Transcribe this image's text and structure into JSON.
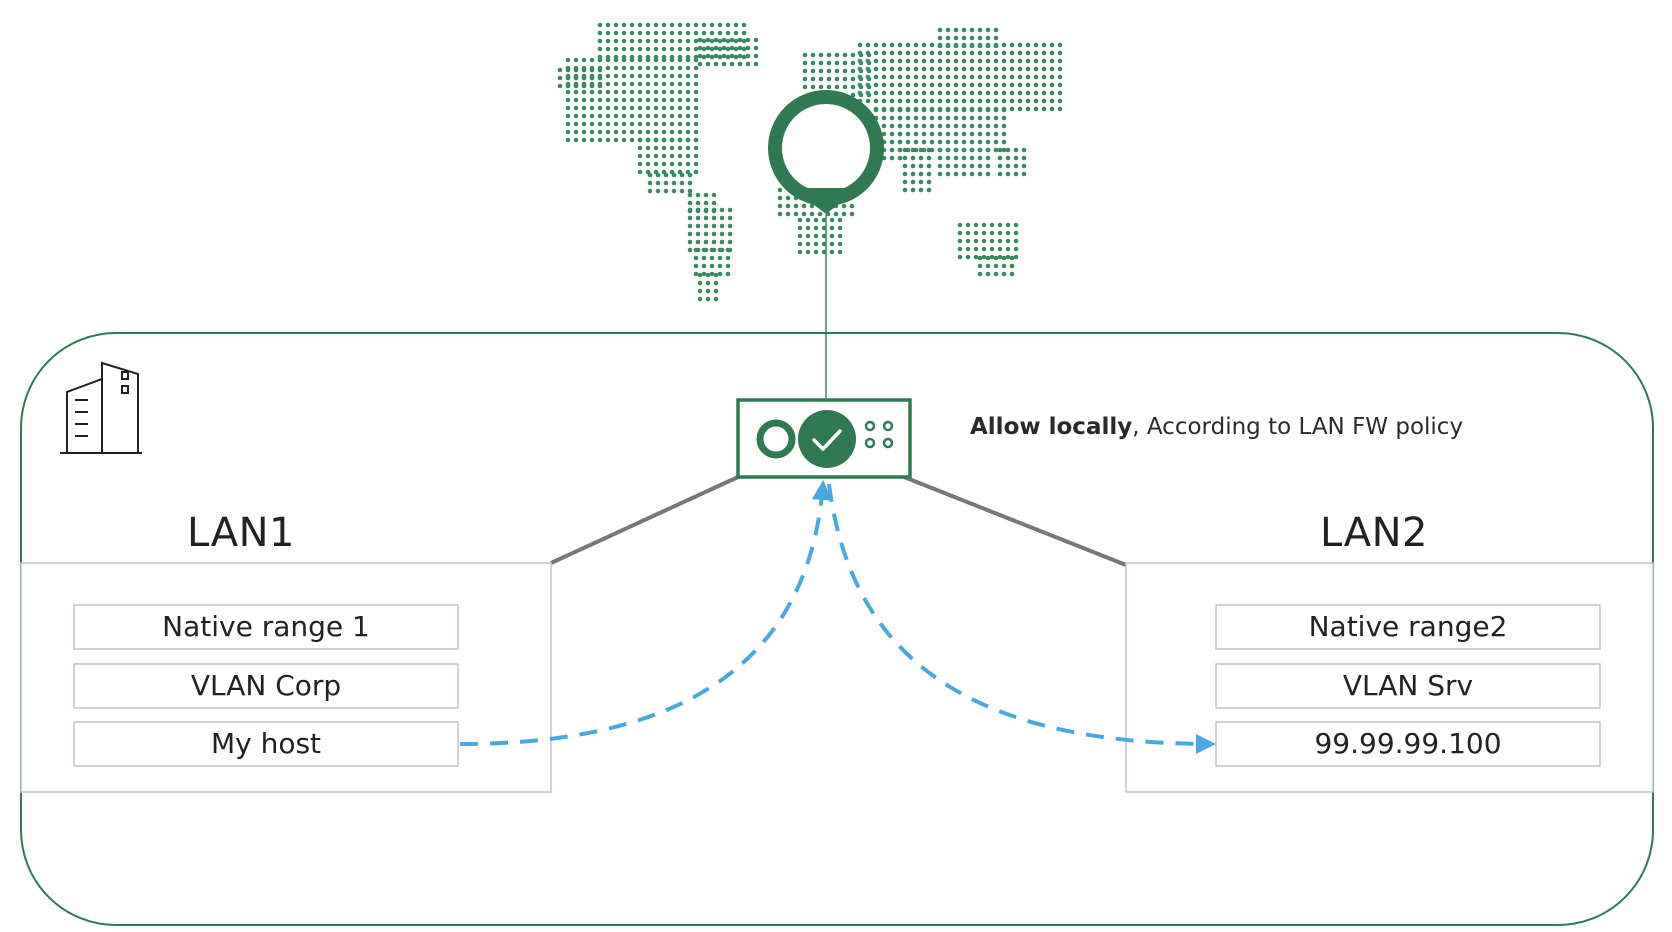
{
  "lan1": {
    "title": "LAN1",
    "items": [
      "Native range 1",
      "VLAN Corp",
      "My host"
    ]
  },
  "lan2": {
    "title": "LAN2",
    "items": [
      "Native range2",
      "VLAN Srv",
      "99.99.99.100"
    ]
  },
  "firewall_note": {
    "bold": "Allow locally",
    "rest": ", According to LAN FW policy"
  },
  "icons": {
    "internet": "world-map-icon",
    "location": "location-pin-icon",
    "site": "office-building-icon",
    "firewall": "firewall-appliance-icon"
  },
  "colors": {
    "brand_green": "#3a8a60",
    "dark_green": "#2f7a52",
    "traffic_arrow": "#4aa8e0",
    "lan_border": "#b9c6d6",
    "link_gray": "#777777"
  }
}
